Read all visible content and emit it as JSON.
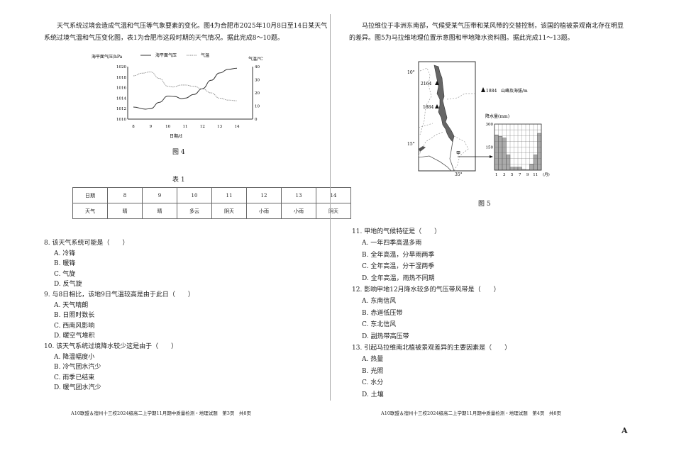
{
  "left": {
    "intro": "天气系统过境会造成气温和气压等气象要素的变化。图4为合肥市2025年10月8日至14日某天气系统过境气温和气压变化图，表1为合肥市这段时期的天气情况。据此完成8～10题。",
    "figure_caption": "图 4",
    "table_caption": "表 1",
    "table": {
      "header": [
        "日期",
        "8",
        "9",
        "10",
        "11",
        "12",
        "13",
        "14"
      ],
      "row": [
        "天气",
        "晴",
        "晴",
        "多云",
        "阴天",
        "小雨",
        "小雨",
        "阴天"
      ]
    },
    "questions": [
      {
        "stem": "8.  该天气系统可能是（　　）",
        "options": [
          "A.  冷锋",
          "B.  暖锋",
          "C.  气旋",
          "D.  反气旋"
        ]
      },
      {
        "stem": "9.  与8日相比，该地9日气温较高是由于此日（　　）",
        "options": [
          "A.  天气晴朗",
          "B.  日照时数长",
          "C.  西南风影响",
          "D.  暖空气堆积"
        ]
      },
      {
        "stem": "10.  该天气系统过境降水较少这是由于（　　）",
        "options": [
          "A.  降温幅度小",
          "B.  冷气团水汽少",
          "C.  雨季已结束",
          "D.  暖气团水汽少"
        ]
      }
    ],
    "footer": "A10联盟＆宿州十三校2024级高二上学期11月期中质量检测・地理试题　第3页　共8页"
  },
  "right": {
    "intro": "马拉维位于非洲东南部，气候受某气压带和某风带的交替控制，该国的植被景观南北存在明显的差异。图5为马拉维地理位置示意图和甲地降水资料图。据此完成11～13题。",
    "figure_caption": "图 5",
    "map": {
      "lat_10": "10°",
      "lat_15": "15°",
      "lon_35": "35°",
      "peak1": "2164",
      "peak2": "1884",
      "legend_value": "1884",
      "legend_label": "山峰及海拔/m",
      "place": "甲"
    },
    "questions": [
      {
        "stem": "11.  甲地的气候特征是（　　）",
        "options": [
          "A.  一年四季高温多雨",
          "B.  全年高温，分旱雨两季",
          "C.  全年高温，分干湿两季",
          "D.  全年高温，雨热不同期"
        ]
      },
      {
        "stem": "12.  影响甲地12月降水较多的气压带风带是（　　）",
        "options": [
          "A.  东南信风",
          "B.  赤道低压带",
          "C.  东北信风",
          "D.  副热带高压带"
        ]
      },
      {
        "stem": "13.  引起马拉维南北植被景观差异的主要因素是（　　）",
        "options": [
          "A.  热量",
          "B.  光照",
          "C.  水分",
          "D.  土壤"
        ]
      }
    ],
    "footer": "A10联盟＆宿州十三校2024级高二上学期11月期中质量检测・地理试题　第4页　共8页"
  },
  "version_mark": "A",
  "chart_data": [
    {
      "type": "line",
      "ylabel": "海平面气压/hPa",
      "y2label": "气温/℃",
      "xlabel": "日期/d",
      "ylim": [
        1010,
        1020
      ],
      "y2lim": [
        0,
        40
      ],
      "yticks": [
        1010,
        1012,
        1014,
        1016,
        1018,
        1020
      ],
      "y2ticks": [
        0,
        10,
        20,
        30,
        40
      ],
      "xticks": [
        8,
        9,
        10,
        11,
        12,
        13,
        14
      ],
      "series": [
        {
          "name": "海平面气压",
          "axis": "left",
          "style": "solid",
          "x": [
            8,
            8.7,
            9,
            9.5,
            10,
            10.4,
            10.8,
            11,
            11.5,
            12,
            12.5,
            13,
            13.5,
            14
          ],
          "y": [
            1012.3,
            1011.9,
            1012,
            1013.2,
            1014.4,
            1014.3,
            1013.9,
            1014,
            1014.7,
            1015.8,
            1017.4,
            1018.8,
            1019.5,
            1019.7
          ]
        },
        {
          "name": "气温",
          "axis": "right",
          "style": "dashed",
          "x": [
            8,
            8.5,
            9,
            9.5,
            10,
            10.3,
            10.8,
            11,
            11.5,
            12,
            12.5,
            13,
            13.5,
            14
          ],
          "y": [
            33,
            35,
            36,
            31,
            25,
            24.5,
            26,
            26,
            25,
            23,
            20,
            16,
            14.5,
            14
          ]
        }
      ]
    },
    {
      "type": "bar",
      "ylabel": "降水量(mm)",
      "xlabel": "(月)",
      "ylim": [
        0,
        300
      ],
      "yticks": [
        150,
        300
      ],
      "categories": [
        "1",
        "2",
        "3",
        "4",
        "5",
        "6",
        "7",
        "8",
        "9",
        "10",
        "11",
        "12"
      ],
      "xtick_labels": [
        "1",
        "3",
        "5",
        "7",
        "9",
        "11"
      ],
      "values": [
        230,
        220,
        210,
        100,
        20,
        20,
        20,
        5,
        3,
        40,
        100,
        240
      ]
    }
  ]
}
